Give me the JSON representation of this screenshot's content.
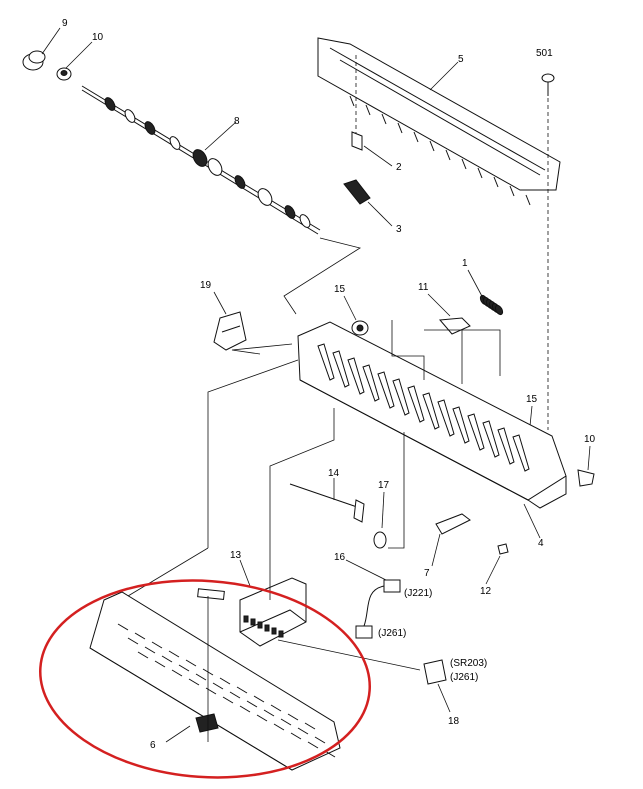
{
  "callouts": [
    {
      "id": "c9",
      "text": "9"
    },
    {
      "id": "c10a",
      "text": "10"
    },
    {
      "id": "c8",
      "text": "8"
    },
    {
      "id": "c5",
      "text": "5"
    },
    {
      "id": "c501",
      "text": "501"
    },
    {
      "id": "c2",
      "text": "2"
    },
    {
      "id": "c3",
      "text": "3"
    },
    {
      "id": "c1",
      "text": "1"
    },
    {
      "id": "c19",
      "text": "19"
    },
    {
      "id": "c15a",
      "text": "15"
    },
    {
      "id": "c11",
      "text": "11"
    },
    {
      "id": "c15b",
      "text": "15"
    },
    {
      "id": "c10b",
      "text": "10"
    },
    {
      "id": "c14",
      "text": "14"
    },
    {
      "id": "c17",
      "text": "17"
    },
    {
      "id": "c4",
      "text": "4"
    },
    {
      "id": "c7",
      "text": "7"
    },
    {
      "id": "c12",
      "text": "12"
    },
    {
      "id": "c13",
      "text": "13"
    },
    {
      "id": "c16",
      "text": "16"
    },
    {
      "id": "c18",
      "text": "18"
    },
    {
      "id": "c6",
      "text": "6"
    }
  ],
  "connectors": {
    "j221": "(J221)",
    "j261a": "(J261)",
    "sr203": "(SR203)",
    "j261b": "(J261)"
  },
  "highlight": {
    "color": "#d42020",
    "target_part": "6"
  }
}
